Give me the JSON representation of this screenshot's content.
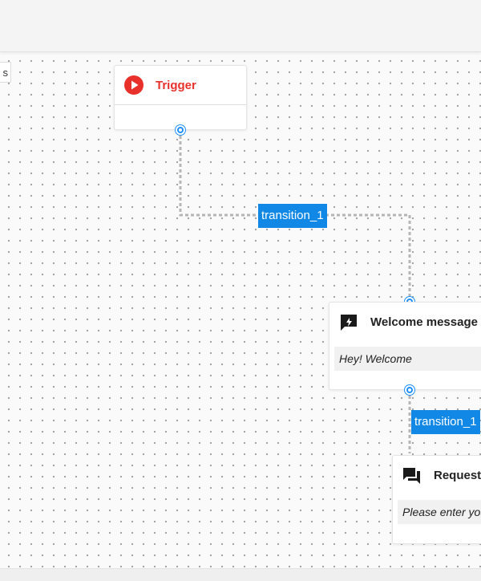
{
  "left_fragment_text": "s",
  "nodes": {
    "trigger": {
      "title": "Trigger",
      "icon": "play-circle-icon",
      "accent": "#e8312a"
    },
    "welcome": {
      "title": "Welcome message",
      "icon": "chat-bolt-icon",
      "message": "Hey! Welcome"
    },
    "request": {
      "title": "Request",
      "icon": "forum-icon",
      "message": "Please enter you"
    }
  },
  "transitions": [
    {
      "label": "transition_1"
    },
    {
      "label": "transition_1"
    }
  ],
  "colors": {
    "port": "#1e90ff",
    "transition_bg": "#1187e6",
    "wire": "#b5b5b5",
    "trigger_red": "#e8312a"
  }
}
